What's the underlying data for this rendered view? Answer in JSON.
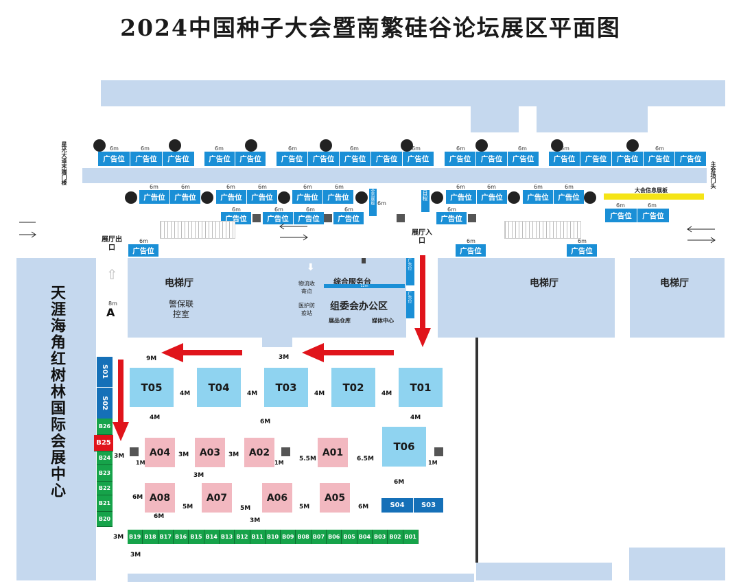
{
  "title": "2024中国种子大会暨南繁硅谷论坛展区平面图",
  "ad_label": "广告位",
  "six_m": "6m",
  "side_labels": {
    "xingguang": "星光大道末端门楼",
    "main_gate": "主会场门头",
    "info_board": "大会信息展板",
    "quan_board": "全览展板",
    "schedule": "日程",
    "left_venue": "天涯海角红树林国际会展中心"
  },
  "entrances": {
    "exit": "展厅出口",
    "entry": "展厅入口",
    "gate_a": "A",
    "gate_a_width": "8m"
  },
  "rooms": {
    "elevator": "电梯厅",
    "security": "警保联控室",
    "logistics": "物流收寄点",
    "medical": "医护防疫站",
    "service_desk": "综合服务台",
    "service_width": "12m",
    "organizer": "组委会办公区",
    "storage": "展品仓库",
    "media": "媒体中心",
    "side_ad": "广告位"
  },
  "booths": {
    "t": [
      "T05",
      "T04",
      "T03",
      "T02",
      "T01"
    ],
    "t06": "T06",
    "a_row1": [
      "A04",
      "A03",
      "A02",
      "A01"
    ],
    "a_row2": [
      "A08",
      "A07",
      "A06",
      "A05"
    ],
    "s": [
      "S01",
      "S02",
      "S04",
      "S03"
    ],
    "b_left": [
      "B26",
      "B25",
      "B24",
      "B23",
      "B22",
      "B21",
      "B20"
    ],
    "b_bottom": [
      "B19",
      "B18",
      "B17",
      "B16",
      "B15",
      "B14",
      "B13",
      "B12",
      "B11",
      "B10",
      "B09",
      "B08",
      "B07",
      "B06",
      "B05",
      "B04",
      "B03",
      "B02",
      "B01"
    ]
  },
  "gaps": {
    "m9": "9M",
    "m3": "3M",
    "m4": "4M",
    "m6": "6M",
    "m1": "1M",
    "m55": "5.5M",
    "m65": "6.5M",
    "m5": "5M"
  },
  "colors": {
    "zone": "#c5d8ee",
    "ad": "#1a8fd6",
    "t_booth": "#8fd3f0",
    "a_booth": "#f2b8c0",
    "s_booth": "#1570b8",
    "b_booth": "#16a34a",
    "b25": "#e0141b",
    "arrow": "#e0141b",
    "info_board": "#f5e416"
  }
}
